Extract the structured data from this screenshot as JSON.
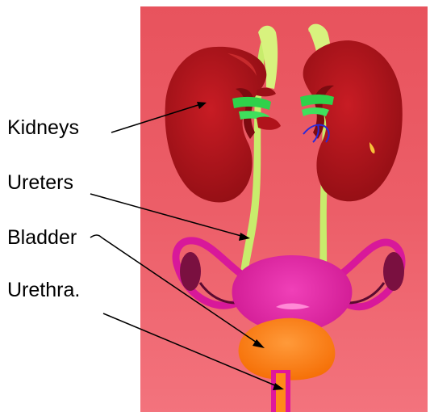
{
  "labels": {
    "kidneys": "Kidneys",
    "ureters": "Ureters",
    "bladder": "Bladder",
    "urethra": "Urethra."
  },
  "colors": {
    "background_top": "#e8535d",
    "background_bottom": "#f06570",
    "kidney": "#b0131b",
    "kidney_dark": "#7d0a10",
    "ureter": "#c8ec6c",
    "renal_vessel": "#2fd14a",
    "uterus": "#e0189c",
    "ovary": "#7a1040",
    "bladder": "#ff7a12",
    "urethra": "#ff8a1a",
    "vein": "#2a2ad8",
    "pointer": "#000000"
  }
}
